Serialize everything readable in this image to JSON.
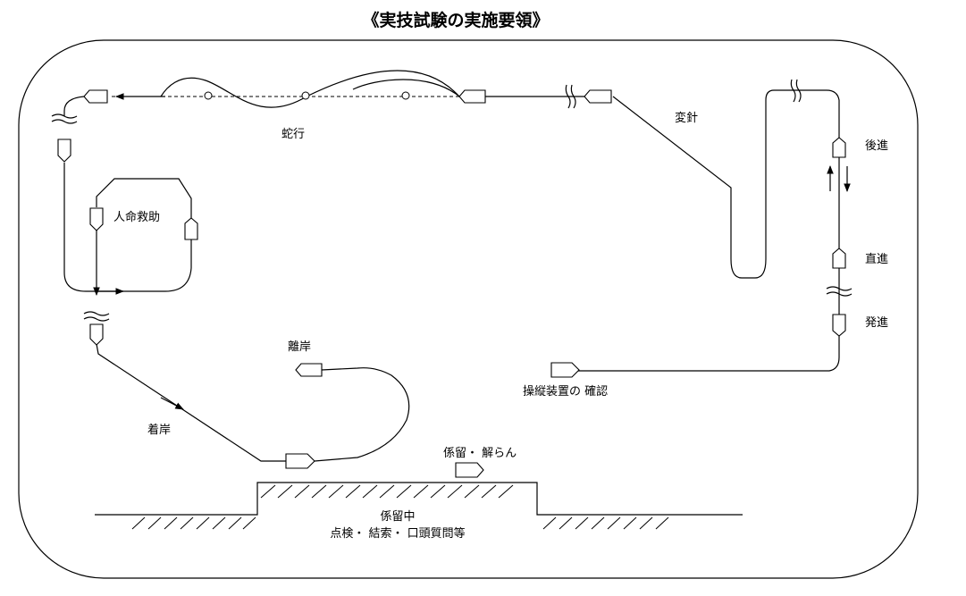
{
  "title": "《実技試験の実施要領》",
  "labels": {
    "dakou": "蛇行",
    "henshin": "変針",
    "koushin": "後進",
    "jinmei_kyujo": "人命救助",
    "chokushin": "直進",
    "hasshin": "発進",
    "risei": "離岸",
    "soujuu_kakunin": "操縦装置の 確認",
    "chakugan": "着岸",
    "keiryuu_kairan": "係留・ 解らん",
    "keiryuu_chuu": "係留中",
    "tenken_etc": "点検・ 結索・ 口頭質問等"
  }
}
